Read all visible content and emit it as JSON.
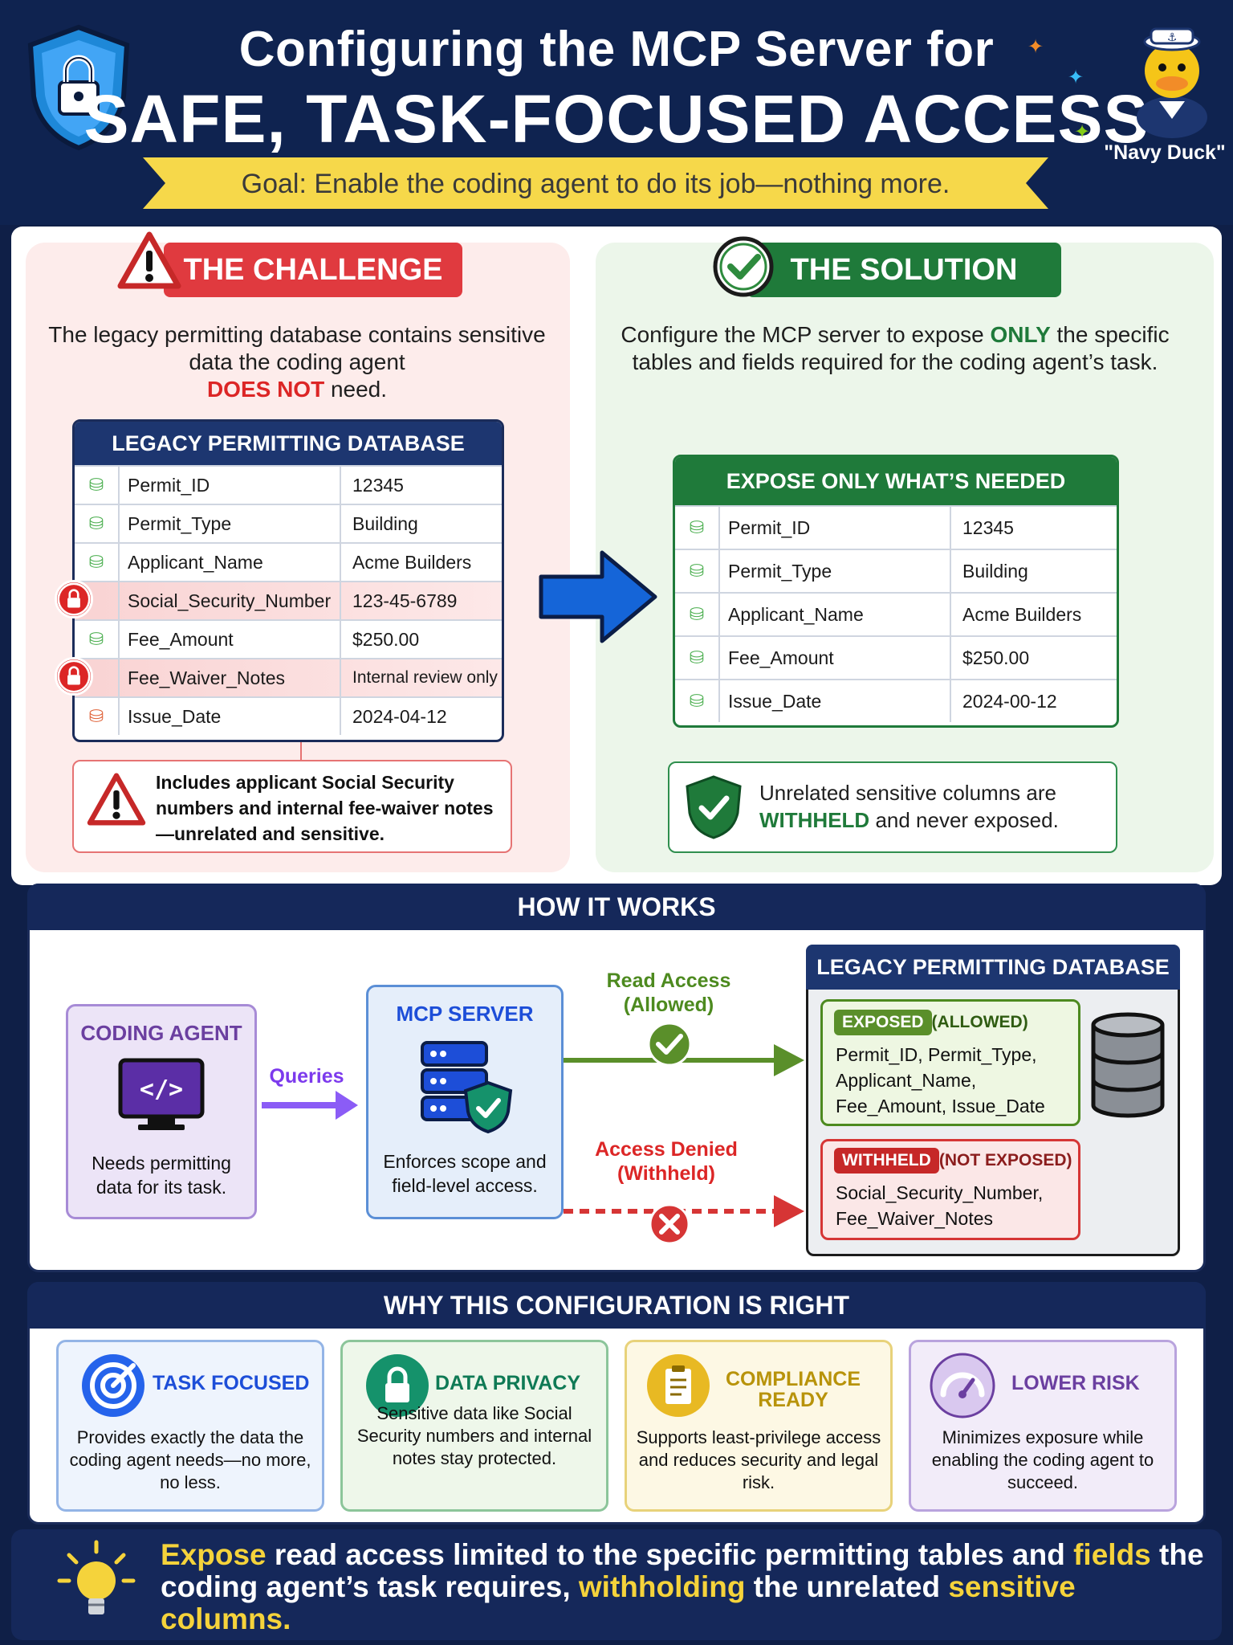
{
  "header": {
    "title_line1": "Configuring the MCP Server for",
    "title_line2": "SAFE, TASK-FOCUSED ACCESS",
    "goal": "Goal: Enable the coding agent to do its job—nothing more.",
    "mascot_label": "\"Navy Duck\""
  },
  "challenge": {
    "tag": "THE CHALLENGE",
    "desc_part1": "The legacy permitting database contains sensitive data the coding agent",
    "desc_strong": "DOES NOT",
    "desc_part2": "need.",
    "table_title": "LEGACY PERMITTING DATABASE",
    "rows": [
      {
        "field": "Permit_ID",
        "value": "12345"
      },
      {
        "field": "Permit_Type",
        "value": "Building"
      },
      {
        "field": "Applicant_Name",
        "value": "Acme Builders"
      },
      {
        "field": "Social_Security_Number",
        "value": "123-45-6789"
      },
      {
        "field": "Fee_Amount",
        "value": "$250.00"
      },
      {
        "field": "Fee_Waiver_Notes",
        "value": "Internal review only"
      },
      {
        "field": "Issue_Date",
        "value": "2024-04-12"
      }
    ],
    "warning": "Includes applicant Social Security numbers and internal fee-waiver notes—unrelated and sensitive."
  },
  "solution": {
    "tag": "THE SOLUTION",
    "desc_part1": "Configure the MCP server to expose",
    "desc_strong": "ONLY",
    "desc_part2": "the specific tables and fields required for the coding agent’s task.",
    "table_title": "EXPOSE ONLY WHAT’S NEEDED",
    "rows": [
      {
        "field": "Permit_ID",
        "value": "12345"
      },
      {
        "field": "Permit_Type",
        "value": "Building"
      },
      {
        "field": "Applicant_Name",
        "value": "Acme Builders"
      },
      {
        "field": "Fee_Amount",
        "value": "$250.00"
      },
      {
        "field": "Issue_Date",
        "value": "2024-00-12"
      }
    ],
    "note_part1": "Unrelated sensitive columns are",
    "note_strong": "WITHHELD",
    "note_part2": "and never exposed."
  },
  "how": {
    "title": "HOW IT WORKS",
    "agent_title": "CODING AGENT",
    "agent_desc": "Needs permitting data for its task.",
    "queries": "Queries",
    "server_title": "MCP SERVER",
    "server_desc": "Enforces scope and field-level access.",
    "read_label": "Read Access (Allowed)",
    "denied_label": "Access Denied (Withheld)",
    "db_title": "LEGACY PERMITTING DATABASE",
    "exposed_tag": "EXPOSED",
    "exposed_sub": "(ALLOWED)",
    "exposed_list": "Permit_ID, Permit_Type, Applicant_Name, Fee_Amount, Issue_Date",
    "withheld_tag": "WITHHELD",
    "withheld_sub": "(NOT EXPOSED)",
    "withheld_list": "Social_Security_Number, Fee_Waiver_Notes"
  },
  "why": {
    "title": "WHY THIS CONFIGURATION IS RIGHT",
    "cards": [
      {
        "title": "TASK FOCUSED",
        "desc": "Provides exactly the data the coding agent needs—no more, no less.",
        "color": "#2563eb"
      },
      {
        "title": "DATA PRIVACY",
        "desc": "Sensitive data like Social Security numbers and internal notes stay protected.",
        "color": "#15926b"
      },
      {
        "title": "COMPLIANCE READY",
        "desc": "Supports least-privilege access and reduces security and legal risk.",
        "color": "#c9a40e"
      },
      {
        "title": "LOWER RISK",
        "desc": "Minimizes exposure while enabling the coding agent to succeed.",
        "color": "#6b3fa0"
      }
    ]
  },
  "footer": {
    "w1": "Expose",
    "t1": "read access limited to the specific permitting tables and",
    "w2": "fields",
    "t2": "the coding agent’s task requires,",
    "w3": "withholding",
    "t3": "the unrelated",
    "w4": "sensitive columns."
  }
}
